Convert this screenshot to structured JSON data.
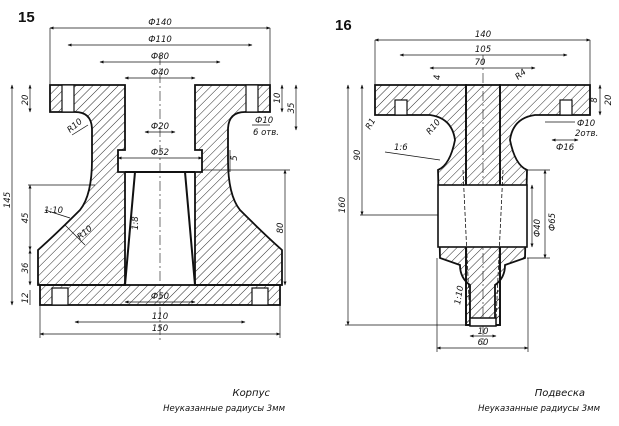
{
  "figures": [
    {
      "number": "15",
      "caption_title": "Корпус",
      "caption_note": "Неуказанные радиусы 3мм",
      "dims": {
        "d140": "Ф140",
        "d110_top": "Ф110",
        "d80": "Ф80",
        "d40": "Ф40",
        "d20": "Ф20",
        "d52": "Ф52",
        "d50": "Ф50",
        "w110": "110",
        "w150": "150",
        "h20": "20",
        "h10": "10",
        "h35": "35",
        "hole": "Ф10",
        "holes_count": "6 отв.",
        "r10a": "R10",
        "r10b": "R10",
        "h145": "145",
        "h45": "45",
        "h36": "36",
        "h12": "12",
        "h80": "80",
        "h5": "5",
        "slope": "1:10",
        "taper": "1:8"
      }
    },
    {
      "number": "16",
      "caption_title": "Подвеска",
      "caption_note": "Неуказанные радиусы 3мм",
      "dims": {
        "w140": "140",
        "w105": "105",
        "w70": "70",
        "h4": "4",
        "r4": "R4",
        "r1": "R1",
        "r10": "R10",
        "h90": "90",
        "h160": "160",
        "taper": "1:6",
        "h8": "8",
        "h20": "20",
        "hole": "Ф10",
        "holes_count": "2отв.",
        "d16": "Ф16",
        "d40": "Ф40",
        "d65": "Ф65",
        "slope": "1:10",
        "w10": "10",
        "w60": "60"
      }
    }
  ]
}
